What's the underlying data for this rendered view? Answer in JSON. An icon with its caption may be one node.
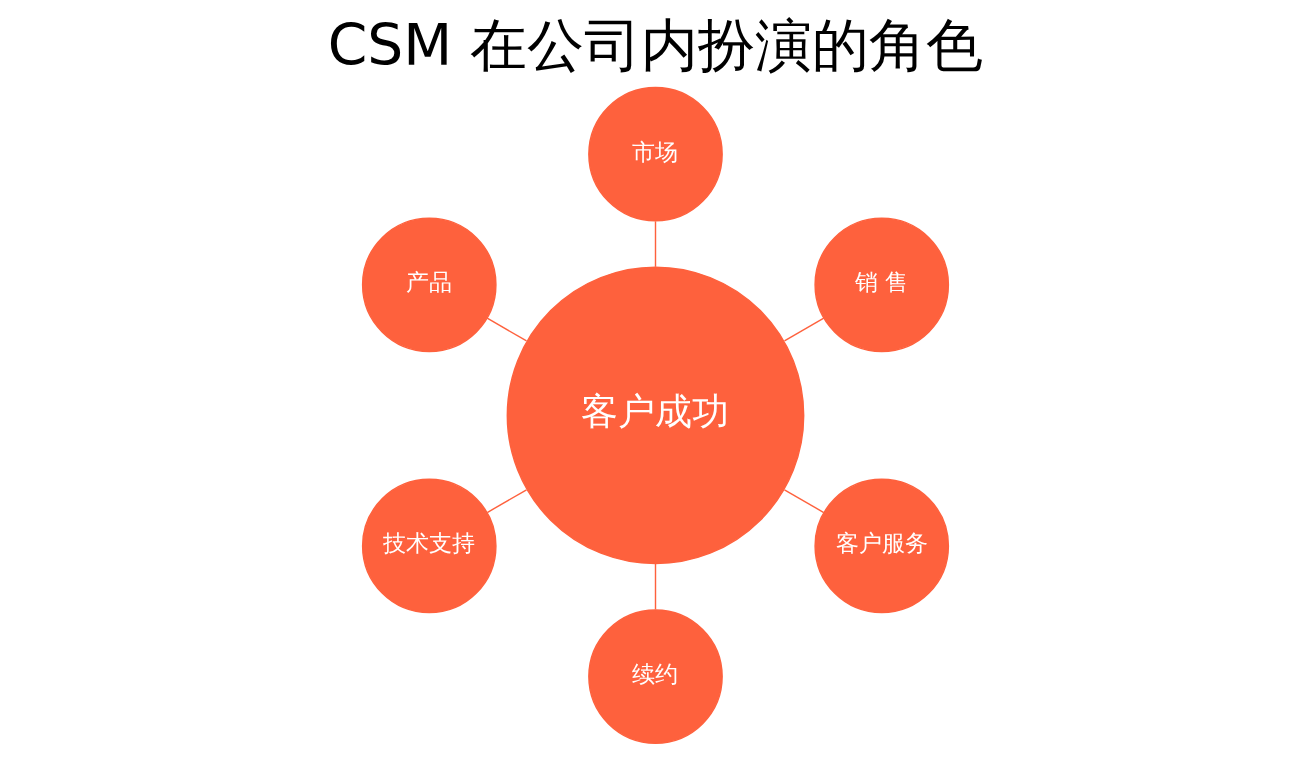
{
  "diagram": {
    "title": "CSM 在公司内扮演的角色",
    "nodes": [
      {
        "text": [
          "客户成功"
        ]
      },
      {
        "text": [
          "销 售"
        ]
      },
      {
        "text": [
          "市场"
        ]
      },
      {
        "text": [
          "产品"
        ]
      },
      {
        "text": [
          "技术支持"
        ]
      },
      {
        "text": [
          "续约"
        ]
      },
      {
        "text": [
          "客户服务"
        ]
      }
    ],
    "edges": [
      {
        "from": 0,
        "to": 1,
        "arrow": "none"
      },
      {
        "from": 0,
        "to": 2,
        "arrow": "none"
      },
      {
        "from": 0,
        "to": 3,
        "arrow": "none"
      },
      {
        "from": 0,
        "to": 4,
        "arrow": "none"
      },
      {
        "from": 0,
        "to": 5,
        "arrow": "none"
      },
      {
        "from": 0,
        "to": 6,
        "arrow": "none"
      }
    ]
  }
}
